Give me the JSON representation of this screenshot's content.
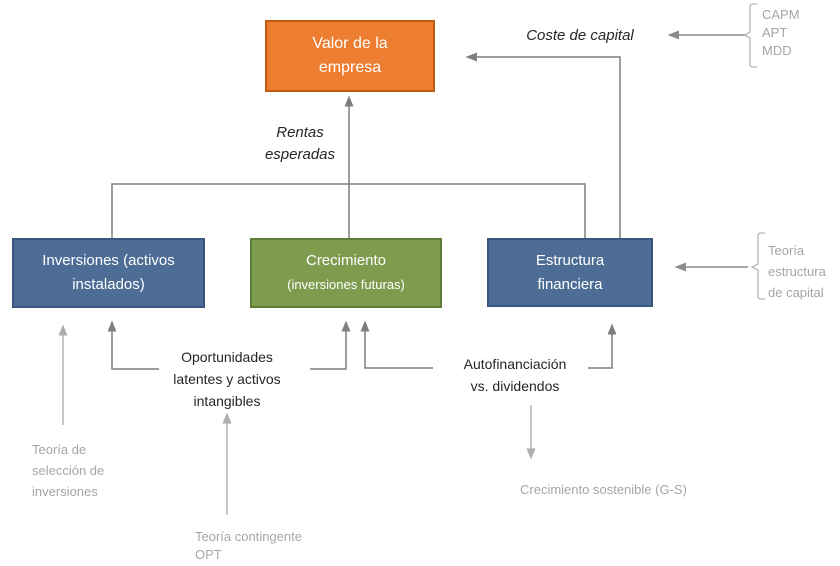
{
  "colors": {
    "background": "#FFFFFF",
    "orange_fill": "#ED7D31",
    "orange_border": "#C05A11",
    "blue_fill": "#4E6D96",
    "blue_border": "#3A567E",
    "green_fill": "#7E9C4E",
    "green_border": "#5F7E35",
    "connector": "#7F7F7F",
    "connector_medium": "#8C8C8C",
    "connector_light": "#AEAEAE",
    "bracket": "#B5B5B5",
    "gray_text": "#A6A6A6",
    "dark_text": "#262626",
    "box_text": "#FFFFFF"
  },
  "boxes": {
    "valor": {
      "label": "Valor de la empresa"
    },
    "inversiones": {
      "label": "Inversiones (activos instalados)"
    },
    "crecimiento": {
      "title": "Crecimiento",
      "subtitle": "(inversiones futuras)"
    },
    "estructura": {
      "label": "Estructura financiera"
    }
  },
  "flow_labels": {
    "coste_de_capital": "Coste de capital",
    "rentas_esperadas": "Rentas esperadas",
    "oportunidades": "Oportunidades latentes y activos intangibles",
    "autofinanciacion": "Autofinanciación vs. dividendos"
  },
  "theory_labels": {
    "capm_apt_mdd": {
      "items": [
        "CAPM",
        "APT",
        "MDD"
      ]
    },
    "teoria_estructura": "Teoría estructura de capital",
    "teoria_seleccion": "Teoría de selección de inversiones",
    "teoria_contingente": "Teoría contingente OPT",
    "crecimiento_sostenible": "Crecimiento sostenible (G-S)"
  }
}
